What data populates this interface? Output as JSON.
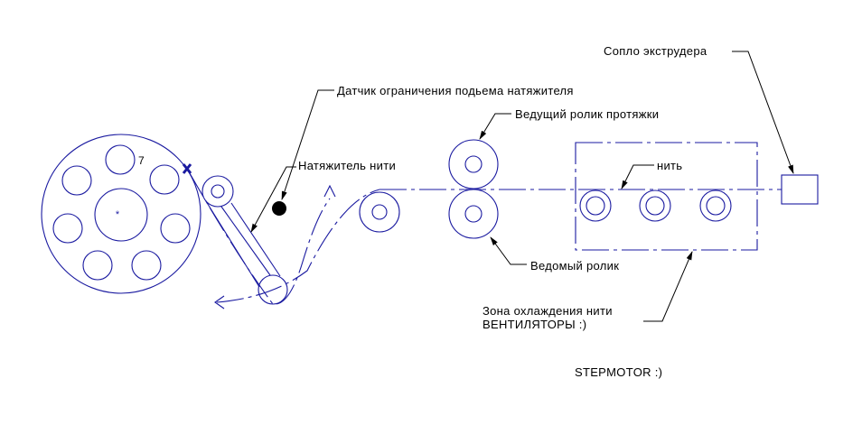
{
  "labels": {
    "nozzle": "Сопло экструдера",
    "sensor": "Датчик ограничения подьема натяжителя",
    "drive_roller": "Ведущий ролик протяжки",
    "tensioner": "Натяжитель нити",
    "filament": "нить",
    "driven_roller": "Ведомый ролик",
    "cooling_zone": "Зона охлаждения нити",
    "fans": "ВЕНТИЛЯТОРЫ :)",
    "stepmotor": "STEPMOTOR :)",
    "reel_number": "7"
  },
  "colors": {
    "line": "#1a1aa0",
    "leader": "#000000"
  }
}
